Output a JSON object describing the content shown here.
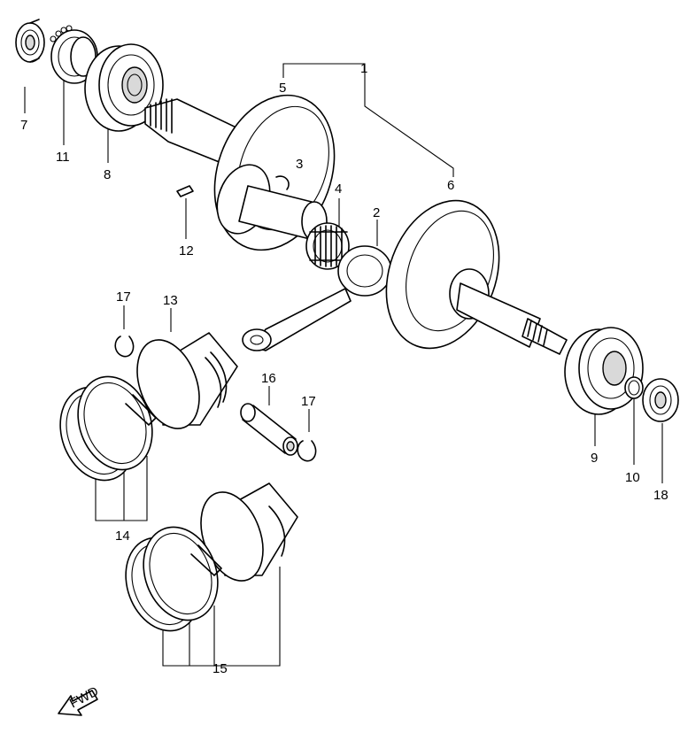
{
  "callouts": {
    "c1": "1",
    "c2": "2",
    "c3": "3",
    "c4": "4",
    "c5": "5",
    "c6": "6",
    "c7": "7",
    "c8": "8",
    "c9": "9",
    "c10": "10",
    "c11": "11",
    "c12": "12",
    "c13": "13",
    "c14": "14",
    "c15": "15",
    "c16": "16",
    "c17a": "17",
    "c17b": "17",
    "c18": "18"
  },
  "direction_arrow": {
    "text": "FWD"
  }
}
